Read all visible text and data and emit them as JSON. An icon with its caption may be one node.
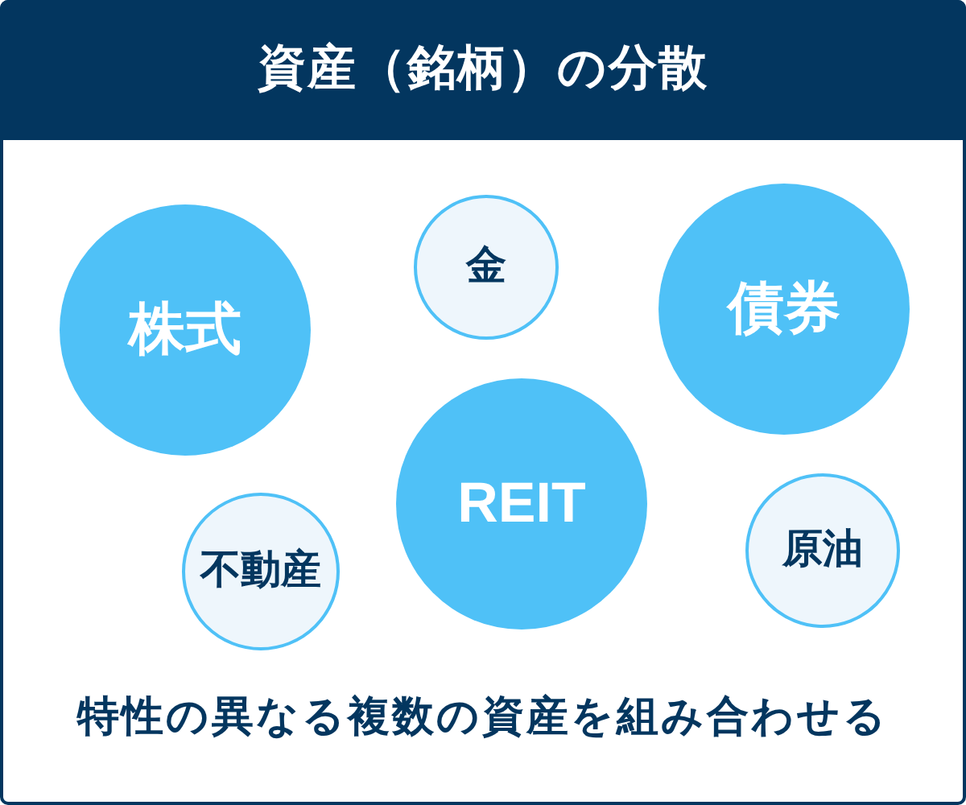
{
  "diagram": {
    "title": "資産（銘柄）の分散",
    "nodes": [
      {
        "text": [
          "株式"
        ]
      },
      {
        "text": [
          "金"
        ]
      },
      {
        "text": [
          "債券"
        ]
      },
      {
        "text": [
          "不動産"
        ]
      },
      {
        "text": [
          "REIT"
        ]
      },
      {
        "text": [
          "原油"
        ]
      }
    ],
    "caption": "特性の異なる複数の資産を組み合わせる"
  }
}
